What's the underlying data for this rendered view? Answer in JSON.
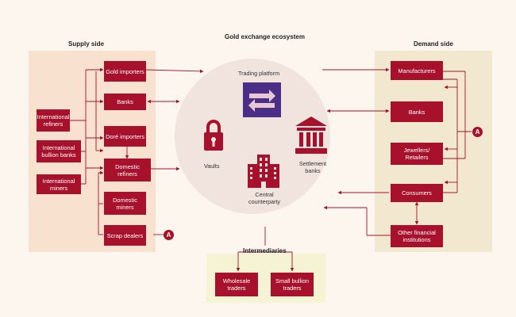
{
  "title": "Gold exchange ecosystem",
  "supply": {
    "heading": "Supply side",
    "international_refiners": "International refiners",
    "international_bullion_banks": "International bullion banks",
    "international_miners": "International miners",
    "gold_importers": "Gold importers",
    "banks": "Banks",
    "dore_importers": "Doré importers",
    "domestic_refiners": "Domestic refiners",
    "domestic_miners": "Domestic miners",
    "scrap_dealers": "Scrap dealers",
    "marker": "A"
  },
  "demand": {
    "heading": "Demand side",
    "manufacturers": "Manufacturers",
    "banks": "Banks",
    "jewellers": "Jewellers/ Retailers",
    "consumers": "Consumers",
    "other_fi": "Other financial institutions",
    "marker": "A"
  },
  "hub": {
    "trading_platform": "Trading platform",
    "vaults": "Vaults",
    "settlement_banks": "Settlement banks",
    "central_counterparty": "Central counterparty"
  },
  "intermediaries": {
    "heading": "Intermediaries",
    "wholesale_traders": "Wholesale traders",
    "small_bullion_traders": "Small bullion traders"
  },
  "colors": {
    "accent": "#a7112c",
    "trading_icon": "#4b2f86",
    "line": "#a7112c"
  },
  "icons": [
    "trading-platform-icon",
    "padlock-icon",
    "bank-building-icon",
    "office-building-icon"
  ]
}
